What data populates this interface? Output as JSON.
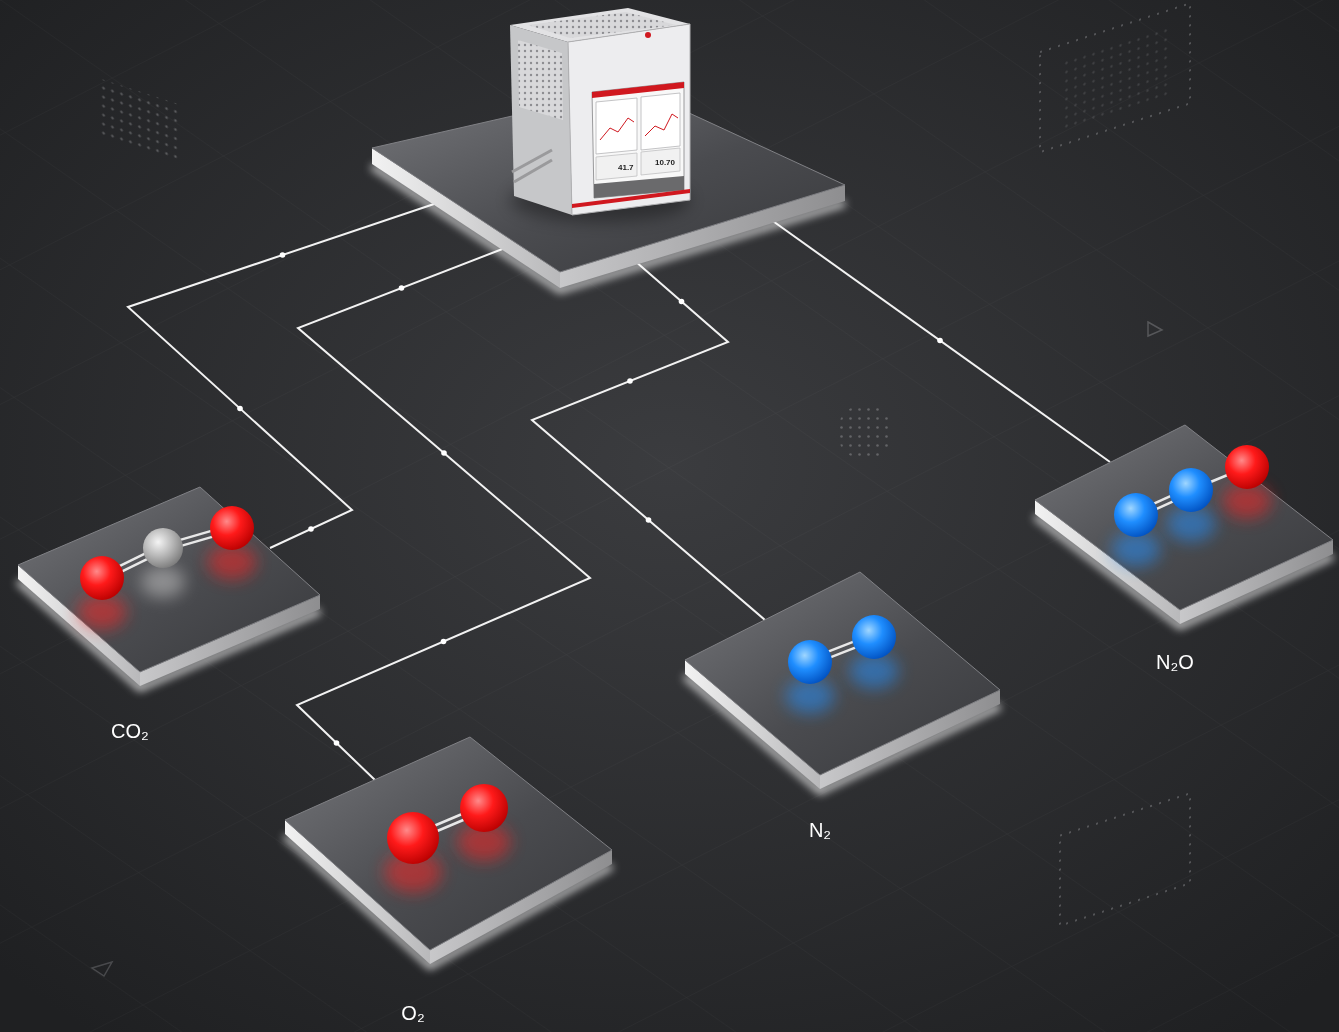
{
  "diagram": {
    "nodes": [
      {
        "text": [
          "41.7",
          "10.70"
        ]
      },
      {
        "text": [
          "CO₂"
        ]
      },
      {
        "text": [
          "O₂"
        ]
      },
      {
        "text": [
          "N₂"
        ]
      },
      {
        "text": [
          "N₂O"
        ]
      }
    ],
    "edges": [
      {
        "from": 0,
        "to": 1,
        "arrow": "none"
      },
      {
        "from": 0,
        "to": 2,
        "arrow": "none"
      },
      {
        "from": 0,
        "to": 3,
        "arrow": "none"
      },
      {
        "from": 0,
        "to": 4,
        "arrow": "none"
      }
    ]
  }
}
